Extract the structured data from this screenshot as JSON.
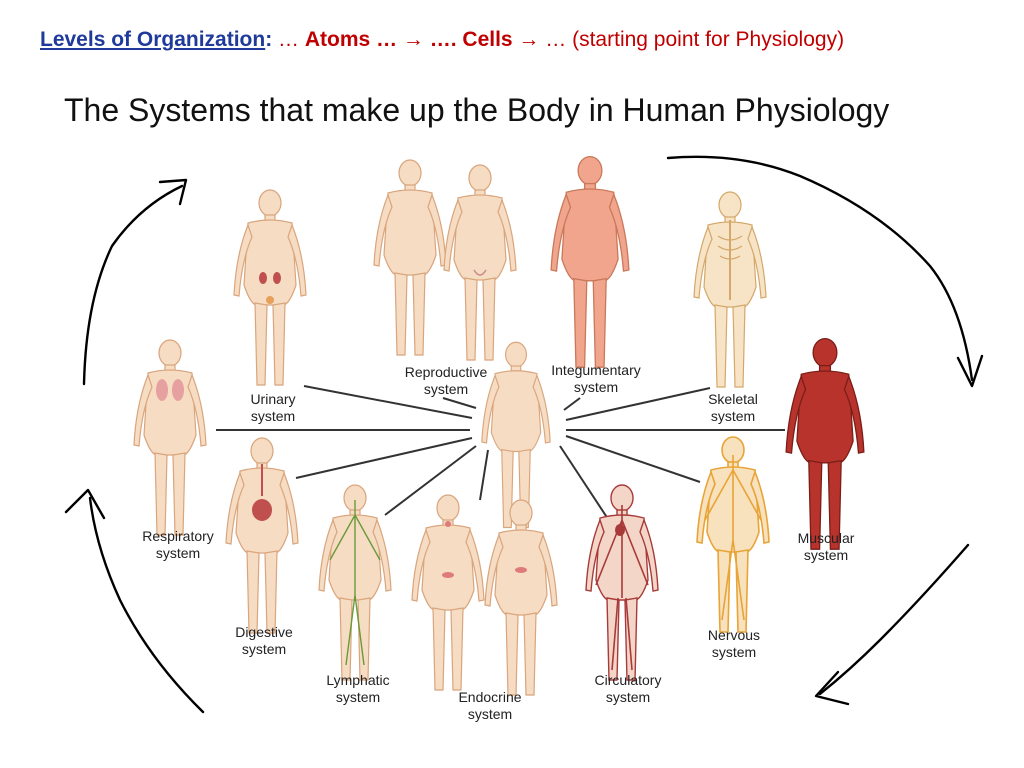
{
  "header": {
    "levels_label": "Levels of Organization",
    "colon": ":",
    "ellipsis_1": " … ",
    "atoms_text": "Atoms … → ….  Cells →",
    "ellipsis_2": " … ",
    "note": " (starting point for Physiology)"
  },
  "title": "The Systems that make up the Body in Human Physiology",
  "colors": {
    "header_blue": "#1f3a9a",
    "header_red": "#c00000",
    "skin": "#f6dcc2",
    "muscle_red": "#b8332b",
    "nerve_yellow": "#e8a437",
    "circulatory_red": "#a83a3a"
  },
  "systems": {
    "urinary": [
      "Urinary",
      "system"
    ],
    "reproductive": [
      "Reproductive",
      "system"
    ],
    "integumentary": [
      "Integumentary",
      "system"
    ],
    "skeletal": [
      "Skeletal",
      "system"
    ],
    "muscular": [
      "Muscular",
      "system"
    ],
    "nervous": [
      "Nervous",
      "system"
    ],
    "circulatory": [
      "Circulatory",
      "system"
    ],
    "endocrine": [
      "Endocrine",
      "system"
    ],
    "lymphatic": [
      "Lymphatic",
      "system"
    ],
    "digestive": [
      "Digestive",
      "system"
    ],
    "respiratory": [
      "Respiratory",
      "system"
    ]
  }
}
